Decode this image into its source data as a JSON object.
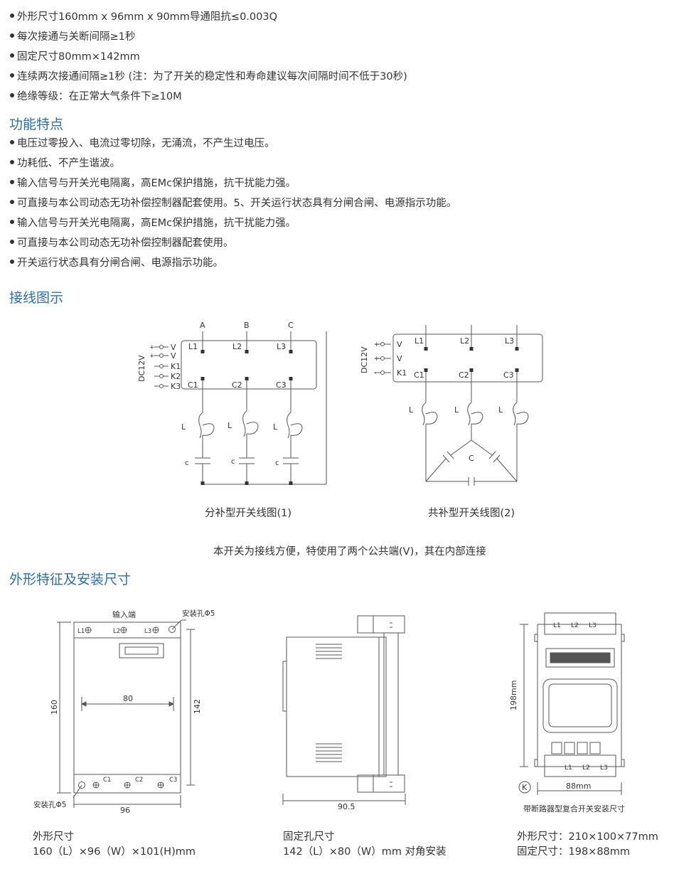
{
  "spec_lines": [
    "外形尺寸160mm x 96mm x 90mm导通阻抗≤0.003Q",
    "每次接通与关断间隔≥1秒",
    "固定尺寸80mm×142mm",
    "连续两次接通间隔≥1秒 (注：为了开关的稳定性和寿命建议每次间隔时间不低于30秒)",
    "绝缘等级：在正常大气条件下≥10M"
  ],
  "features": {
    "title": "功能特点",
    "items": [
      "电压过零投入、电流过零切除，无涌流，不产生过电压。",
      "功耗低、不产生谐波。",
      "输入信号与开关光电隔离，高EMc保护措施，抗干扰能力强。",
      "可直接与本公司动态无功补偿控制器配套使用。5、开关运行状态具有分闸合闸、电源指示功能。",
      "输入信号与开关光电隔离，高EMc保护措施，抗干扰能力强。",
      "可直接与本公司动态无功补偿控制器配套使用。",
      "开关运行状态具有分闸合闸、电源指示功能。"
    ]
  },
  "wiring": {
    "title": "接线图示",
    "diagram1": {
      "caption": "分补型开关线图(1)",
      "phase_labels": [
        "A",
        "B",
        "C"
      ],
      "supply_label": "DC12V",
      "terminals": [
        "V",
        "V",
        "K1",
        "K2",
        "K3"
      ],
      "polarity": [
        "+",
        "+"
      ],
      "top_labels": [
        "L1",
        "L2",
        "L3"
      ],
      "bottom_labels": [
        "C1",
        "C2",
        "C3"
      ],
      "inductor_label": "L",
      "cap_label": "c"
    },
    "diagram2": {
      "caption": "共补型开关线图(2)",
      "supply_label": "DC12V",
      "terminals": [
        "V",
        "V",
        "K1"
      ],
      "polarity": [
        "+",
        "+",
        "-"
      ],
      "top_labels": [
        "L1",
        "L2",
        "L3"
      ],
      "bottom_labels": [
        "C1",
        "C2",
        "C3"
      ],
      "inductor_label": "L",
      "cap_label": "C"
    },
    "note": "本开关为接线方便，特使用了两个公共端(V)，其在内部连接"
  },
  "install": {
    "title": "外形特征及安装尺寸",
    "fig1": {
      "input_label": "输入端",
      "hole_label_top": "安装孔Φ5",
      "hole_label_bottom": "安装孔Φ5",
      "top_terms": [
        "L1",
        "L2",
        "L3"
      ],
      "bottom_terms": [
        "C1",
        "C2",
        "C3"
      ],
      "dim_width_inner": "80",
      "dim_height_outer": "160",
      "dim_height_inner": "142",
      "dim_width_outer": "96"
    },
    "fig2": {
      "dim_depth": "90.5"
    },
    "fig3": {
      "top_terms": [
        "L1",
        "L2",
        "L3"
      ],
      "bottom_terms": [
        "L1",
        "L2",
        "L3"
      ],
      "dim_height": "198mm",
      "dim_width": "88mm",
      "marker": "K",
      "caption": "带断路器型复合开关安装尺寸"
    },
    "specs": [
      {
        "line1": "外形尺寸",
        "line2": "160（L）×96（W）×101(H)mm"
      },
      {
        "line1": "固定孔尺寸",
        "line2": "142（L）×80（W）mm 对角安装"
      },
      {
        "line1": "外形尺寸：210×100×77mm",
        "line2": "固定尺寸：198×88mm"
      }
    ]
  }
}
